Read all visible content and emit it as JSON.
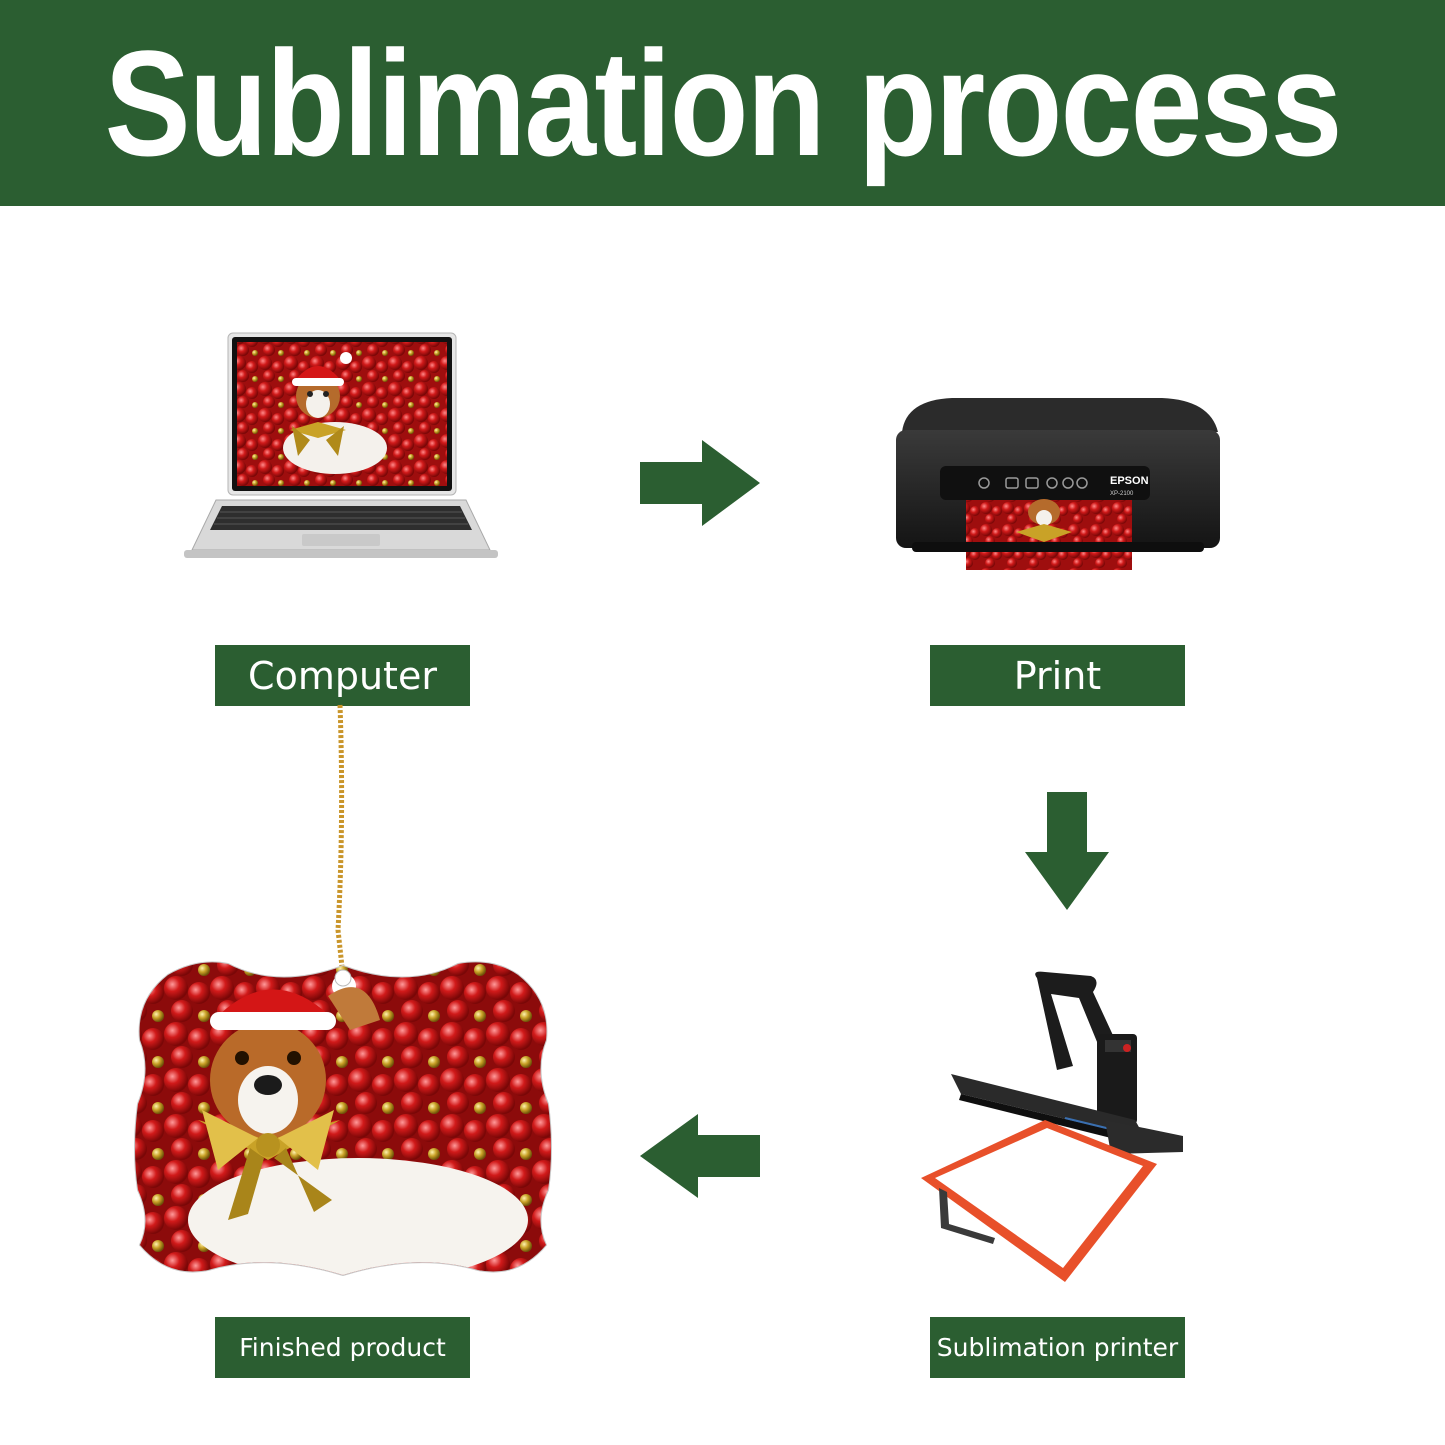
{
  "title": "Sublimation process",
  "steps": {
    "computer": {
      "label": "Computer",
      "icon": "laptop-icon"
    },
    "print": {
      "label": "Print",
      "icon": "printer-icon",
      "brand": "EPSON",
      "model": "XP-2100"
    },
    "sublimation": {
      "label": "Sublimation printer",
      "icon": "heat-press-icon"
    },
    "finished": {
      "label": "Finished product",
      "icon": "ornament-icon"
    }
  },
  "colors": {
    "accent": "#2b5e31",
    "ornament_red": "#d11a1a",
    "gold": "#c9a227",
    "press_frame": "#e8502a"
  }
}
